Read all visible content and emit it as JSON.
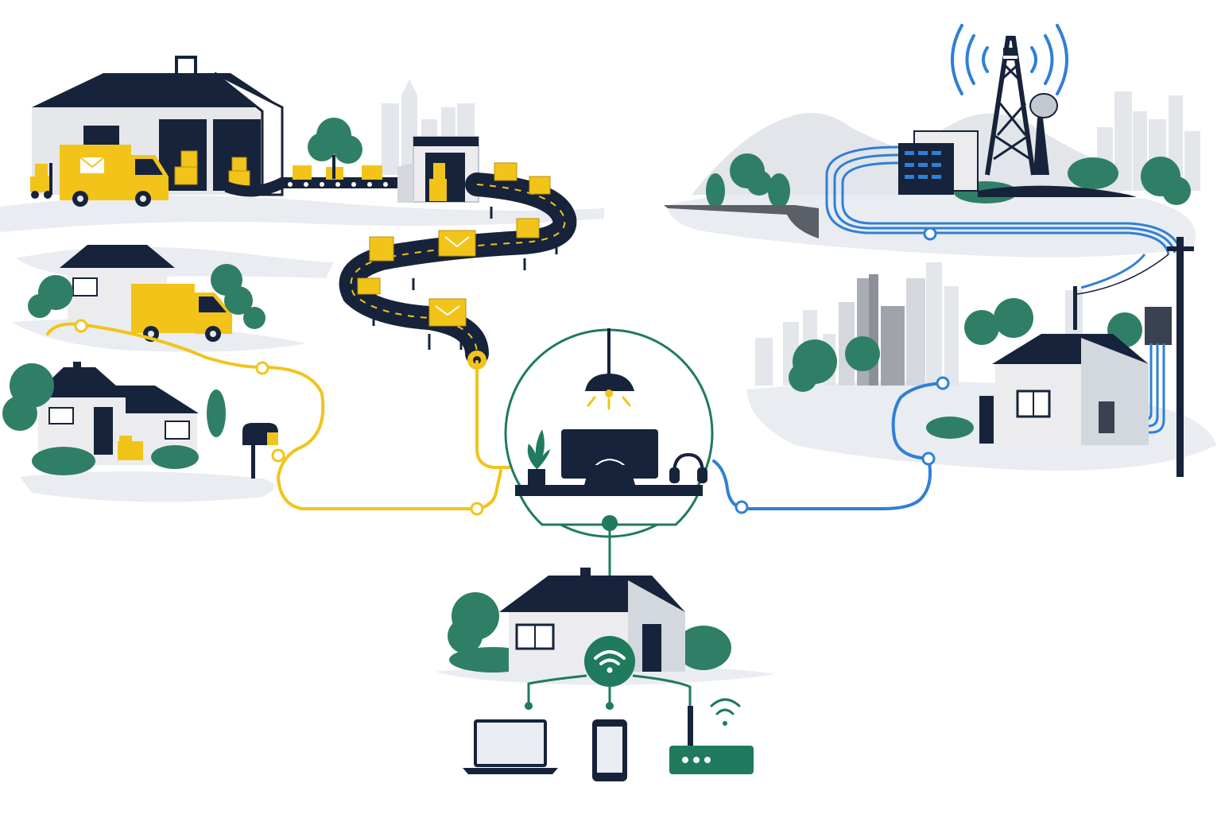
{
  "colors": {
    "navy": "#16233a",
    "yellow": "#f2c41a",
    "blue": "#2f7fd6",
    "green": "#1f7a5e",
    "tree": "#2f7f66",
    "gray": "#d3d7de",
    "lightGray": "#e9ecf0",
    "midGray": "#c4c8cf",
    "wall": "#ececef"
  },
  "icons": {
    "hub": "workstation-hub-icon",
    "lamp": "ceiling-lamp-icon",
    "monitor": "monitor-icon",
    "headset": "headset-icon",
    "plant": "plant-icon",
    "wifi": "wifi-icon",
    "laptop": "laptop-icon",
    "phone": "smartphone-icon",
    "router": "router-icon",
    "tower": "cell-tower-icon",
    "dish": "satellite-dish-icon",
    "truck": "delivery-truck-icon",
    "mail": "envelope-icon",
    "box": "parcel-box-icon",
    "mailbox": "mailbox-icon",
    "warehouse": "warehouse-icon",
    "house": "house-icon",
    "pole": "utility-pole-icon",
    "server": "server-rack-icon",
    "conveyor": "conveyor-belt-icon"
  },
  "sections": {
    "postal": {
      "theme": "yellow",
      "scenes": [
        "warehouse",
        "sorting-facility",
        "conveyor",
        "delivery-truck",
        "house-with-mailbox"
      ]
    },
    "telecom": {
      "theme": "blue",
      "scenes": [
        "cell-tower",
        "data-center",
        "fiber-cables",
        "utility-pole",
        "house-with-meter"
      ]
    },
    "home_network": {
      "theme": "green",
      "scenes": [
        "house",
        "wifi-router",
        "laptop",
        "smartphone",
        "router"
      ]
    }
  }
}
